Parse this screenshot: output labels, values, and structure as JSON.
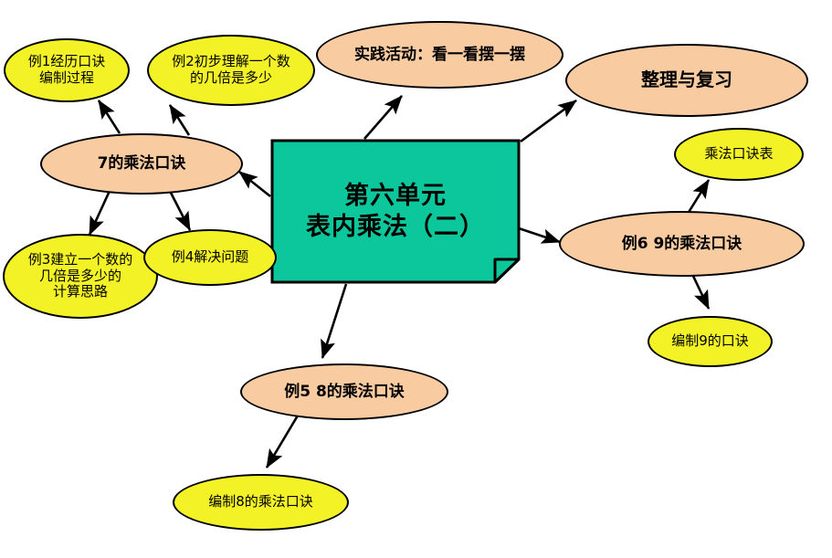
{
  "diagram": {
    "title_center": "第六单元\n表内乘法（二）",
    "center_line1": "第六单元",
    "center_line2": "表内乘法（二）",
    "colors": {
      "center_fill": "#0BC79B",
      "branch_fill": "#F9CBA1",
      "leaf_fill": "#F2F227",
      "outline": "#000000",
      "background": "#FFFFFF"
    },
    "nodes": [
      {
        "id": "leaf-li1",
        "label": "例1经历口诀\n编制过程",
        "kind": "leaf",
        "fill": "#F2F227"
      },
      {
        "id": "leaf-li2",
        "label": "例2初步理解一个数\n的几倍是多少",
        "kind": "leaf",
        "fill": "#F2F227"
      },
      {
        "id": "branch-shijian",
        "label": "实践活动：看一看摆一摆",
        "kind": "branch",
        "fill": "#F9CBA1"
      },
      {
        "id": "branch-zhengli",
        "label": "整理与复习",
        "kind": "branch",
        "fill": "#F9CBA1"
      },
      {
        "id": "branch-qi",
        "label": "7的乘法口诀",
        "kind": "branch",
        "fill": "#F9CBA1"
      },
      {
        "id": "leaf-koujuebiao",
        "label": "乘法口诀表",
        "kind": "leaf",
        "fill": "#F2F227"
      },
      {
        "id": "branch-li6",
        "label": "例6 9的乘法口诀",
        "kind": "branch",
        "fill": "#F9CBA1"
      },
      {
        "id": "leaf-li3",
        "label": "例3建立一个数的\n几倍是多少的\n计算思路",
        "kind": "leaf",
        "fill": "#F2F227"
      },
      {
        "id": "leaf-li4",
        "label": "例4解决问题",
        "kind": "leaf",
        "fill": "#F2F227"
      },
      {
        "id": "leaf-bianzhi9",
        "label": "编制9的口诀",
        "kind": "leaf",
        "fill": "#F2F227"
      },
      {
        "id": "branch-li5",
        "label": "例5 8的乘法口诀",
        "kind": "branch",
        "fill": "#F9CBA1"
      },
      {
        "id": "leaf-bianzhi8",
        "label": "编制8的乘法口诀",
        "kind": "leaf",
        "fill": "#F2F227"
      }
    ],
    "edges": [
      {
        "from": "center",
        "to": "branch-qi"
      },
      {
        "from": "center",
        "to": "branch-shijian"
      },
      {
        "from": "center",
        "to": "branch-zhengli"
      },
      {
        "from": "center",
        "to": "branch-li6"
      },
      {
        "from": "center",
        "to": "branch-li5"
      },
      {
        "from": "branch-qi",
        "to": "leaf-li1"
      },
      {
        "from": "branch-qi",
        "to": "leaf-li2"
      },
      {
        "from": "branch-qi",
        "to": "leaf-li3"
      },
      {
        "from": "branch-qi",
        "to": "leaf-li4"
      },
      {
        "from": "branch-li6",
        "to": "leaf-koujuebiao"
      },
      {
        "from": "branch-li6",
        "to": "leaf-bianzhi9"
      },
      {
        "from": "branch-li5",
        "to": "leaf-bianzhi8"
      }
    ]
  }
}
